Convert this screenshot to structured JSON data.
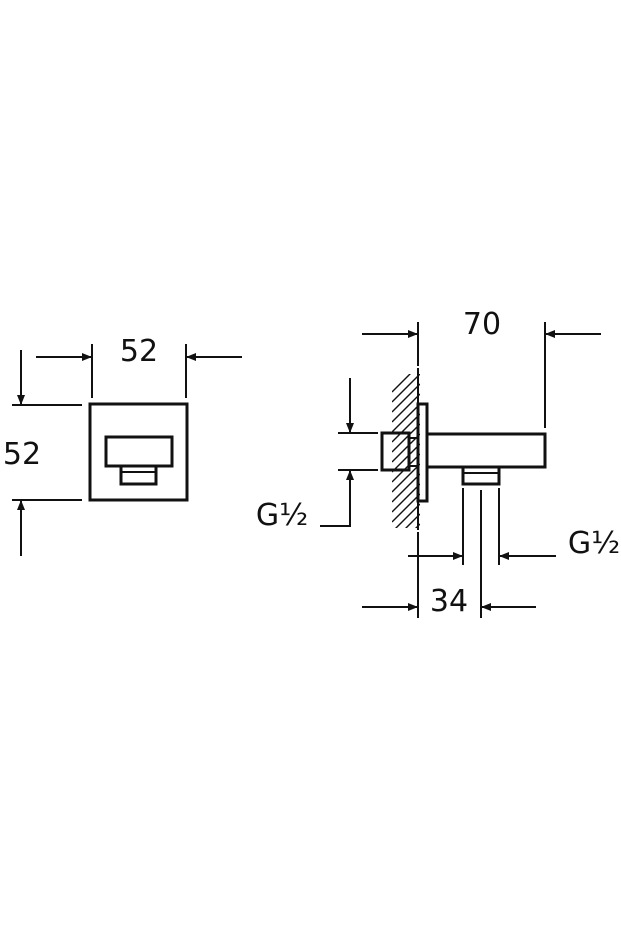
{
  "front_view": {
    "width_label": "52",
    "height_label": "52"
  },
  "side_view": {
    "length_label": "70",
    "offset_label": "34",
    "inlet_thread_label": "G½",
    "outlet_thread_label": "G½"
  },
  "colors": {
    "ink": "#111111",
    "background": "#ffffff"
  }
}
